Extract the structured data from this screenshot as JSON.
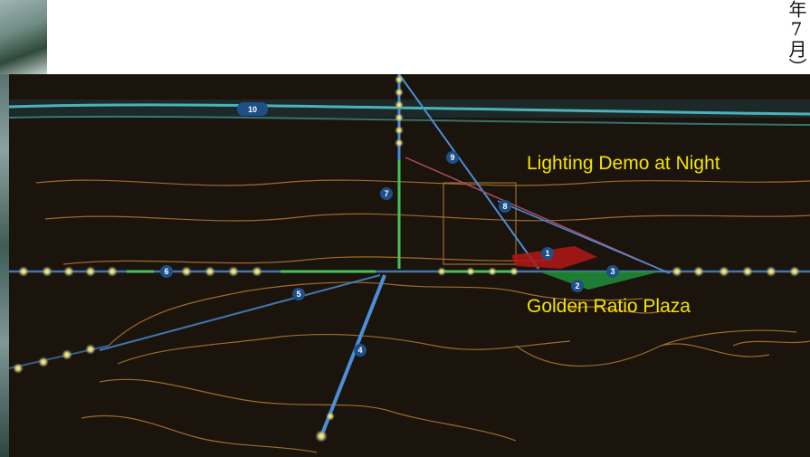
{
  "caption_vertical": "年7月）",
  "labels": {
    "night_demo": "Lighting Demo at Night",
    "plaza": "Golden Ratio Plaza"
  },
  "markers": [
    "1",
    "2",
    "3",
    "4",
    "5",
    "6",
    "7",
    "8",
    "9",
    "10"
  ],
  "colors": {
    "label": "#f5e400",
    "route_blue": "#4a8fd8",
    "route_green": "#45c35a",
    "zone_red": "#b01818",
    "zone_green": "#1f8f3a",
    "marker_fill": "#1e4f86",
    "glow": "#e8d35a",
    "contour": "#c8893a"
  }
}
